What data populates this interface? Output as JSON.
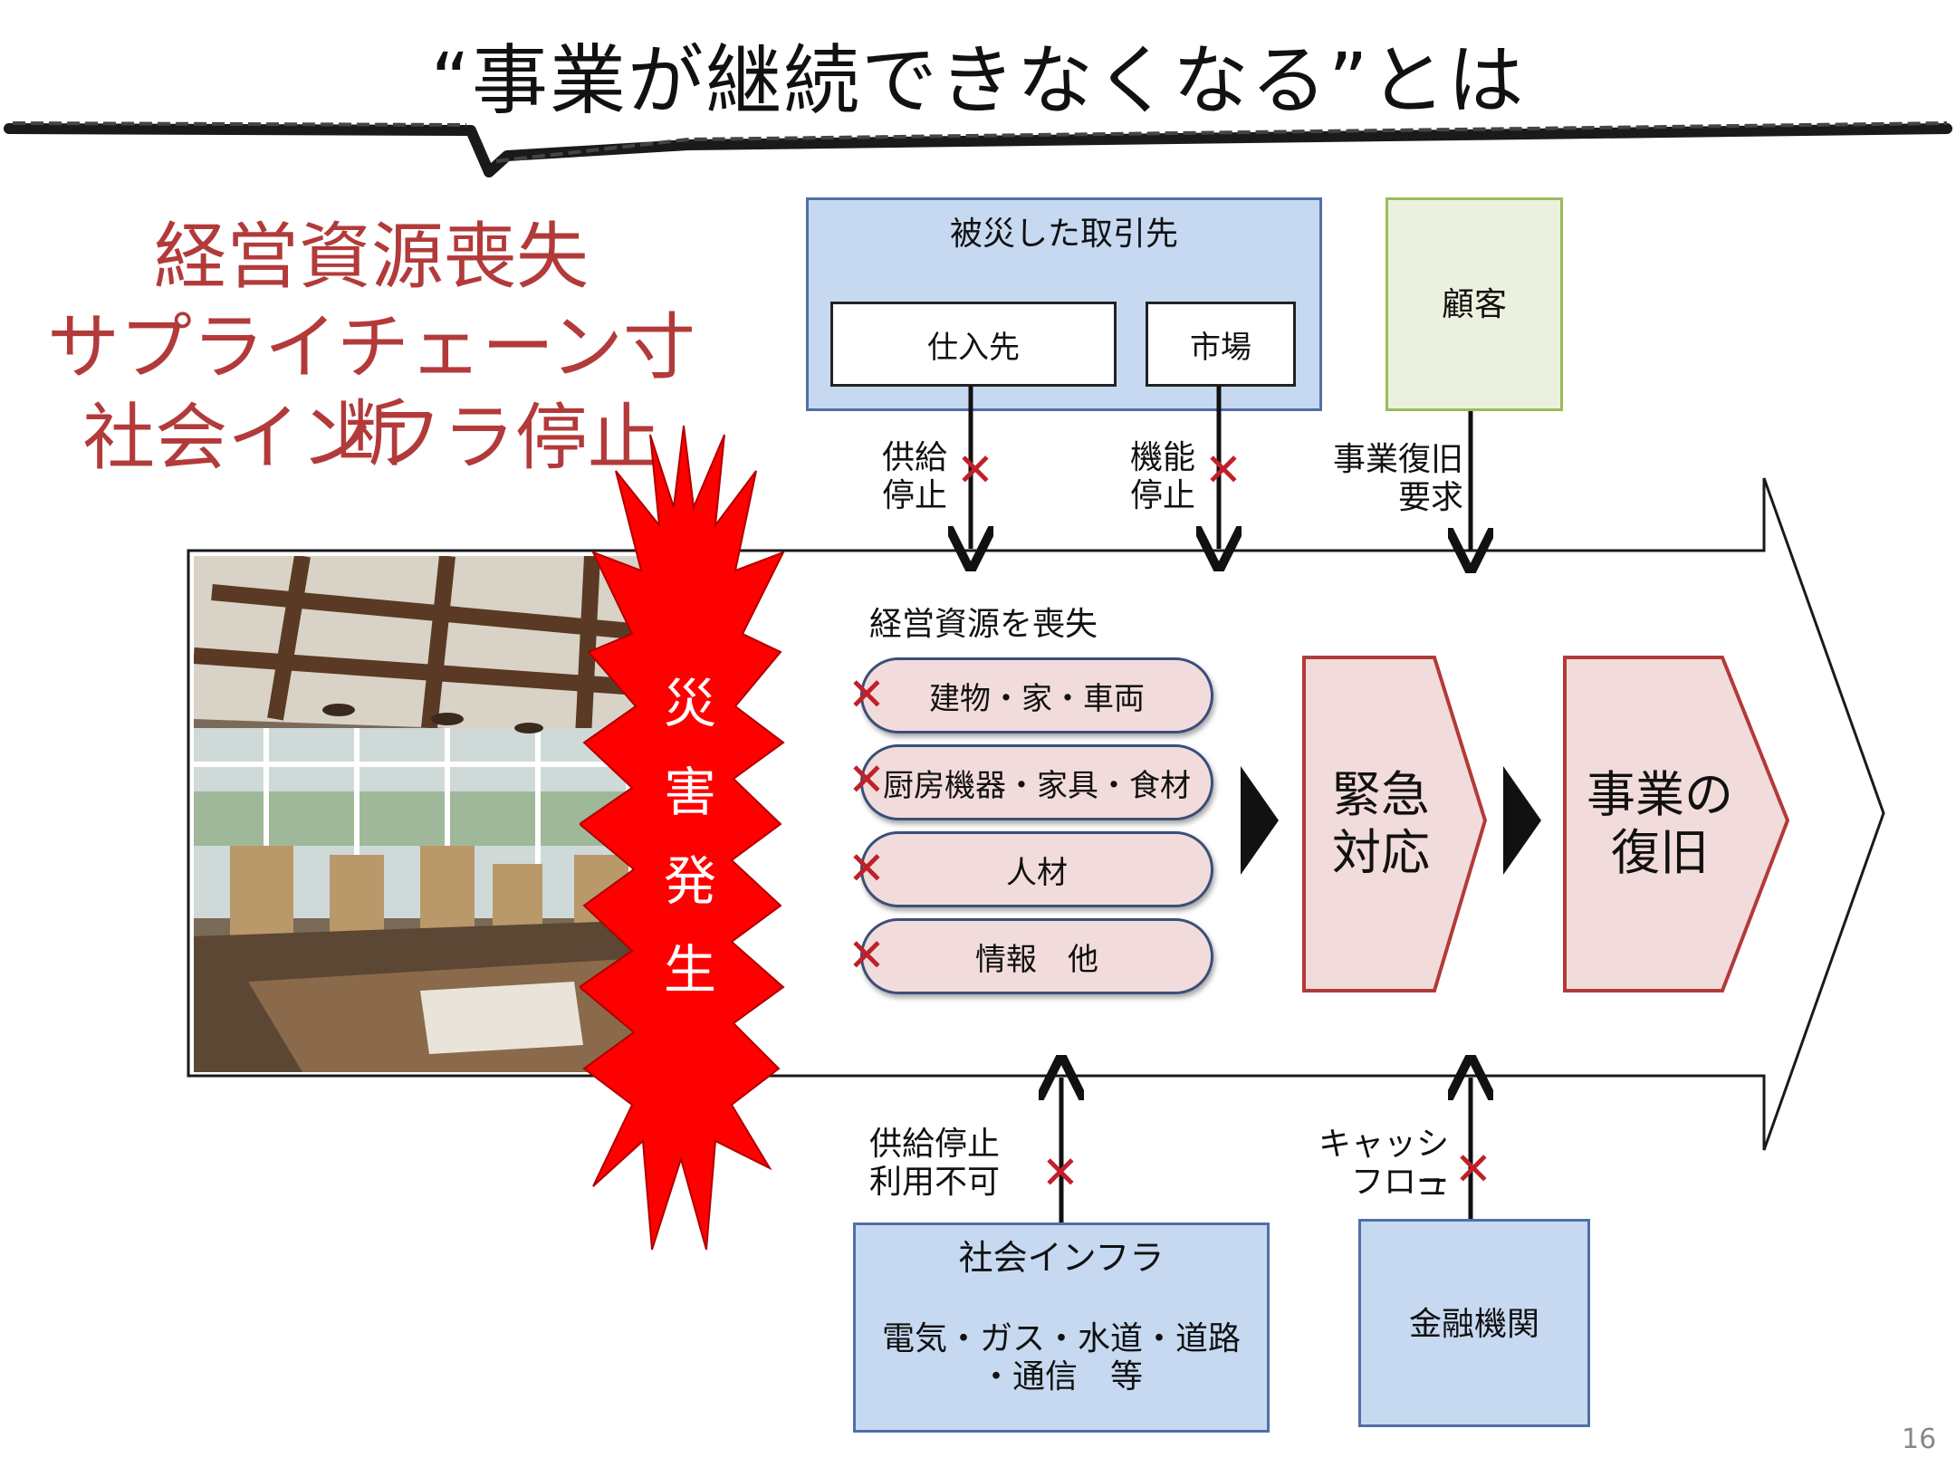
{
  "title": "“事業が継続できなくなる”とは",
  "red_heading": [
    "経営資源喪失",
    "サプライチェーン寸断",
    "社会インフラ停止"
  ],
  "disaster": [
    "災",
    "害",
    "発",
    "生"
  ],
  "supplier_box": {
    "title": "被災した取引先",
    "items": [
      "仕入先",
      "市場"
    ]
  },
  "customer_box": {
    "title": "顧客"
  },
  "top_arrows": [
    {
      "label": [
        "供給",
        "停止"
      ]
    },
    {
      "label": [
        "機能",
        "停止"
      ]
    },
    {
      "label": [
        "事業復旧",
        "要求"
      ]
    }
  ],
  "resources": {
    "heading": "経営資源を喪失",
    "items": [
      "建物・家・車両",
      "厨房機器・家具・食材",
      "人材",
      "情報　他"
    ]
  },
  "emergency": "緊急\n対応",
  "recovery": "事業の\n復旧",
  "bottom_arrows": [
    {
      "label": [
        "供給停止",
        "利用不可"
      ]
    },
    {
      "label": [
        "キャッシュ",
        "フロー"
      ]
    }
  ],
  "infra_box": {
    "title": "社会インフラ",
    "body": [
      "電気・ガス・水道・道路",
      "・通信　等"
    ]
  },
  "finance_box": {
    "title": "金融機関"
  },
  "page_number": "16",
  "colors": {
    "heading_red": "#b33a3a",
    "burst_red": "#ff0000",
    "box_blue": "#c6d9f1",
    "box_pink": "#f2dcdb",
    "cross_red": "#c0202a"
  }
}
